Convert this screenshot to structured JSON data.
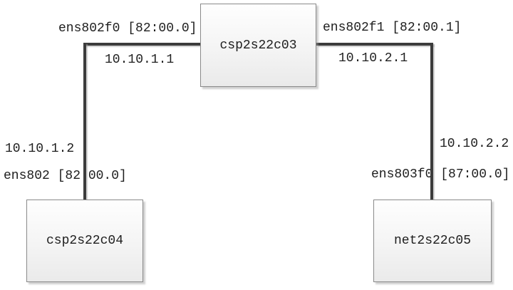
{
  "diagram": {
    "type": "network-topology",
    "nodes": {
      "top": {
        "label": "csp2s22c03"
      },
      "bottom_left": {
        "label": "csp2s22c04"
      },
      "bottom_right": {
        "label": "net2s22c05"
      }
    },
    "links": {
      "left": {
        "from": "csp2s22c03",
        "to": "csp2s22c04",
        "top_interface": "ens802f0 [82:00.0]",
        "top_ip": "10.10.1.1",
        "bottom_ip": "10.10.1.2",
        "bottom_interface": "ens802 [82:00.0]"
      },
      "right": {
        "from": "csp2s22c03",
        "to": "net2s22c05",
        "top_interface": "ens802f1 [82:00.1]",
        "top_ip": "10.10.2.1",
        "bottom_ip": "10.10.2.2",
        "bottom_interface": "ens803f0 [87:00.0]"
      }
    }
  },
  "colors": {
    "line": "#3c3c3c",
    "node_border": "#8a8a8a",
    "node_fill_top": "#fefefe",
    "node_fill_bottom": "#eaeaea",
    "text": "#1e1e1e",
    "background": "#ffffff"
  }
}
